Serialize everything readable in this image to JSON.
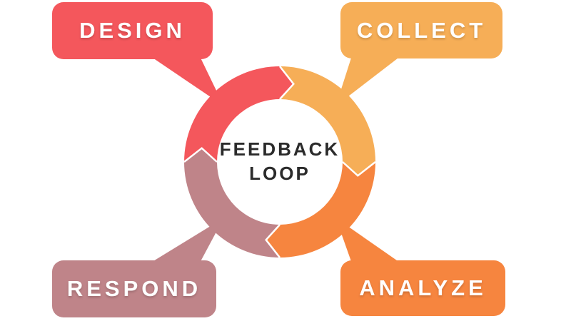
{
  "center": {
    "line1": "FEEDBACK",
    "line2": "LOOP",
    "text_color": "#2b2b2b"
  },
  "bubbles": [
    {
      "id": "design",
      "label": "DESIGN",
      "color": "#f4575c"
    },
    {
      "id": "collect",
      "label": "COLLECT",
      "color": "#f6ae57"
    },
    {
      "id": "analyze",
      "label": "ANALYZE",
      "color": "#f6853f"
    },
    {
      "id": "respond",
      "label": "RESPOND",
      "color": "#bf8489"
    }
  ],
  "colors": {
    "red": "#f4575c",
    "amber": "#f6ae57",
    "orange": "#f6853f",
    "mauve": "#bf8489",
    "white": "#ffffff",
    "background": "#ffffff"
  },
  "flow_order": "DESIGN → COLLECT → ANALYZE → RESPOND (clockwise)"
}
